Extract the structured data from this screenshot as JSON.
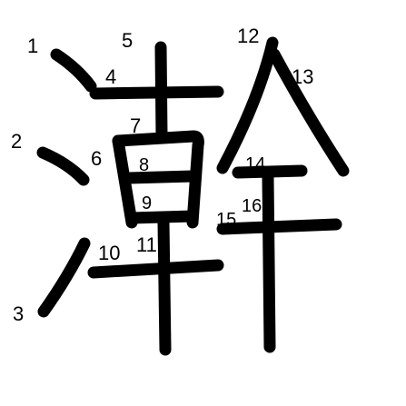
{
  "character": "澣",
  "stroke_color": "#000000",
  "background": "#ffffff",
  "stroke_numbers": [
    "1",
    "2",
    "3",
    "4",
    "5",
    "6",
    "7",
    "8",
    "9",
    "10",
    "11",
    "12",
    "13",
    "14",
    "15",
    "16"
  ]
}
